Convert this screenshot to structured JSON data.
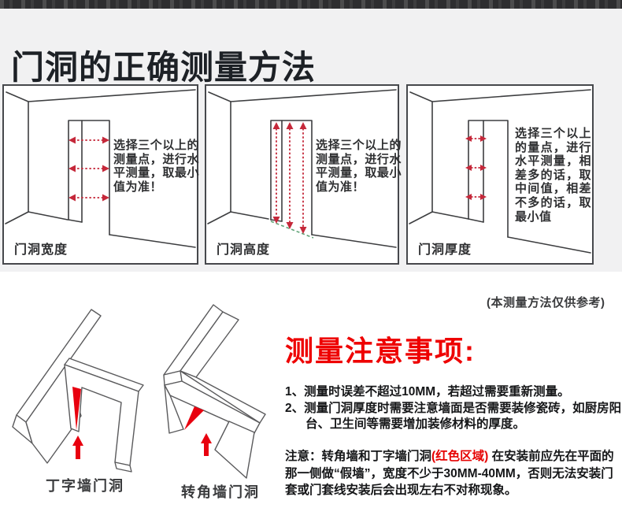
{
  "title": "门洞的正确测量方法",
  "panels": [
    {
      "label": "门洞宽度",
      "instruction": "选择三个以上的测量点，进行水平测量，取最小值为准！"
    },
    {
      "label": "门洞高度",
      "instruction": "选择三个以上的测量点，进行水平测量，取最小值为准！"
    },
    {
      "label": "门洞厚度",
      "instruction": "选择三个以上的量点，进行水平测量，相差多的话，取中间值，相差不多的话，取最小值"
    }
  ],
  "reference_note": "(本测量方法仅供参考)",
  "diagrams": [
    {
      "label": "丁字墙门洞"
    },
    {
      "label": "转角墙门洞"
    }
  ],
  "notes_section": {
    "title": "测量注意事项:",
    "items": [
      "1、测量时误差不超过10MM，若超过需要重新测量。",
      "2、测量门洞厚度时需要注意墙面是否需要装修瓷砖，如厨房阳台、卫生间等需要增加装修材料的厚度。"
    ],
    "warning": {
      "part1": "注意：转角墙和丁字墙门洞",
      "highlight": "(红色区域)",
      "part2": " 在安装前应先在平面的那一侧做“假墙”，宽度不少于30MM-40MM，否则无法安装门套或门套线安装后会出现左右不对称现象。"
    }
  },
  "colors": {
    "title_ink": "#1d2126",
    "notes_title_red": "#ee0000",
    "highlight_red": "#e60000",
    "arrow_red": "#c5283a",
    "area_red": "#e8000f",
    "green_dash": "#5fa376",
    "line_dark": "#3d3e40",
    "background_gray": "#f1f1f2"
  }
}
